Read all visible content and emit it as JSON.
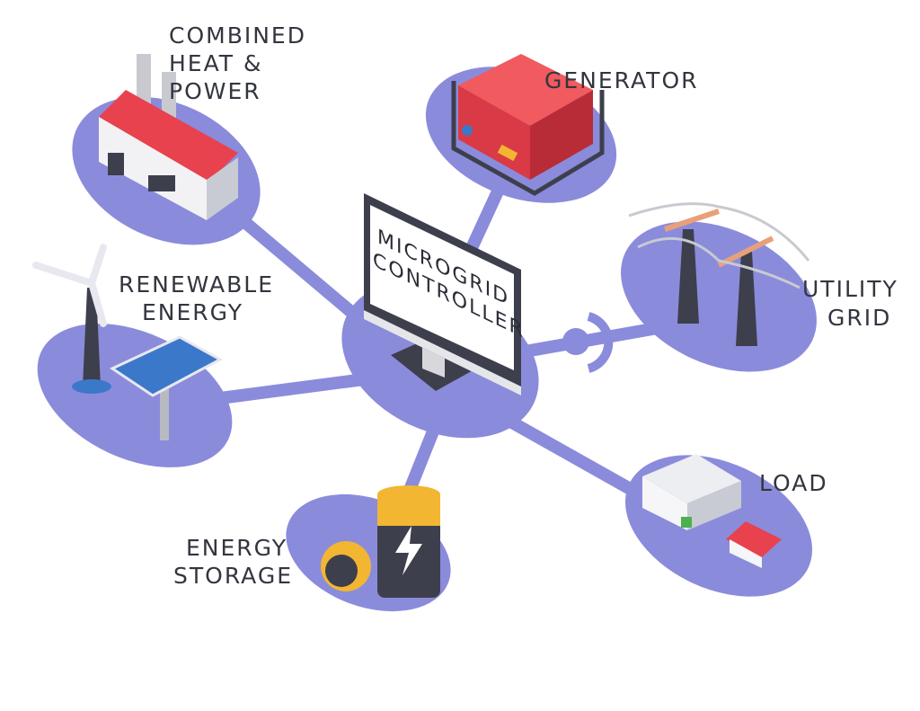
{
  "colors": {
    "accent": "#8b8bdc",
    "dark": "#3d3f4c",
    "red": "#e8424e",
    "yellow": "#f2b632",
    "blue": "#3b78c9"
  },
  "controller": {
    "line1": "MICROGRID",
    "line2": "CONTROLLER"
  },
  "nodes": {
    "chp": {
      "line1": "COMBINED",
      "line2": "HEAT &",
      "line3": "POWER"
    },
    "generator": {
      "line1": "GENERATOR"
    },
    "utility": {
      "line1": "UTILITY",
      "line2": "GRID"
    },
    "renewable": {
      "line1": "RENEWABLE",
      "line2": "ENERGY"
    },
    "storage": {
      "line1": "ENERGY",
      "line2": "STORAGE"
    },
    "load": {
      "line1": "LOAD"
    }
  }
}
